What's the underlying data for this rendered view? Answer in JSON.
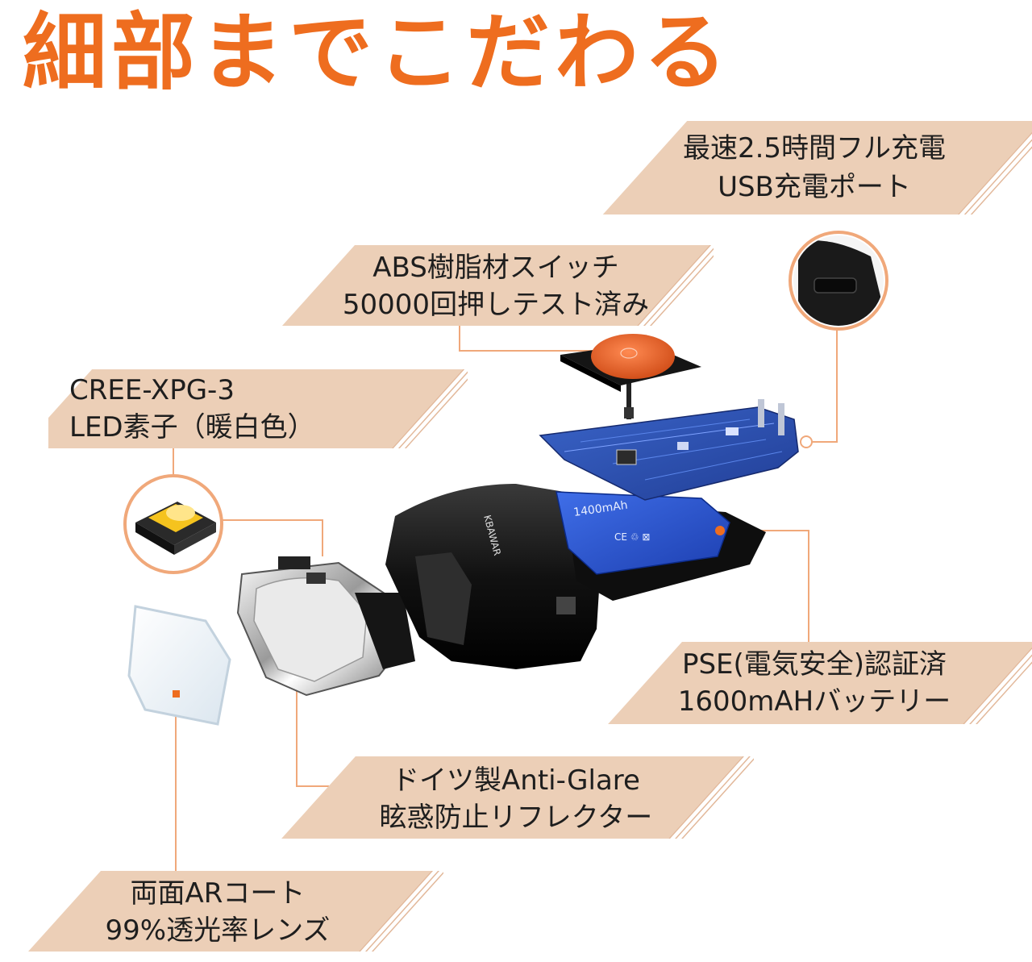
{
  "title": "細部までこだわる",
  "colors": {
    "accent": "#ee6d1f",
    "callout_bg": "#eccfb7",
    "leader_line": "#f0a87a"
  },
  "callouts": {
    "usb": {
      "line1": "最速2.5時間フル充電",
      "line2": "USB充電ポート"
    },
    "switch": {
      "line1": "ABS樹脂材スイッチ",
      "line2": "50000回押しテスト済み"
    },
    "led": {
      "line1": "CREE-XPG-3",
      "line2": "LED素子（暖白色）"
    },
    "battery": {
      "line1": "PSE(電気安全)認証済",
      "line2": "1600mAHバッテリー"
    },
    "reflector": {
      "line1": "ドイツ製Anti-Glare",
      "line2": "眩惑防止リフレクター"
    },
    "lens": {
      "line1": "両面ARコート",
      "line2": "99%透光率レンズ"
    }
  },
  "product": {
    "battery_label": "1400mAh",
    "housing_label": "KBAWAR"
  }
}
